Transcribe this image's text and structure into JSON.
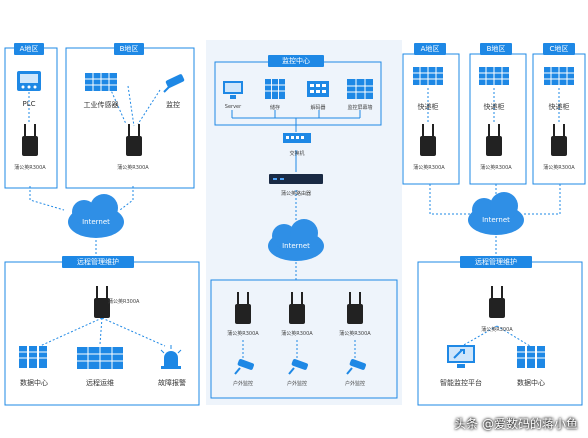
{
  "left": {
    "zone_a": "A地区",
    "zone_b": "B地区",
    "plc": "PLC",
    "sensor": "工业传感器",
    "monitor": "监控",
    "router_a": "蒲公英R300A",
    "router_b": "蒲公英R300A",
    "internet": "Internet",
    "remote_title": "远程管理维护",
    "router_c": "蒲公英R300A",
    "data_center": "数据中心",
    "remote_ops": "远程运维",
    "fault_alarm": "故障报警"
  },
  "middle": {
    "title": "监控中心",
    "server": "Server",
    "storage": "储存",
    "decoder": "解码器",
    "wall": "监控屏幕墙",
    "switch": "交换机",
    "nvr": "蒲公英路由器",
    "internet": "Internet",
    "router1": "蒲公英R300A",
    "router2": "蒲公英R300A",
    "router3": "蒲公英R300A",
    "cam1": "户外监控",
    "cam2": "户外监控",
    "cam3": "户外监控"
  },
  "right": {
    "zone_a": "A地区",
    "zone_b": "B地区",
    "zone_c": "C地区",
    "cab1": "快递柜",
    "cab2": "快递柜",
    "cab3": "快递柜",
    "router1": "蒲公英R300A",
    "router2": "蒲公英R300A",
    "router3": "蒲公英R300A",
    "internet": "Internet",
    "remote_title": "远程管理维护",
    "router_c": "蒲公英R300A",
    "smart_platform": "智能监控平台",
    "data_center": "数据中心"
  },
  "watermark": "头条 @爱数码的蒋小鱼",
  "colors": {
    "accent": "#1e88e5",
    "cloud": "#2f8fe6",
    "bg_mid": "#eef4fb"
  }
}
